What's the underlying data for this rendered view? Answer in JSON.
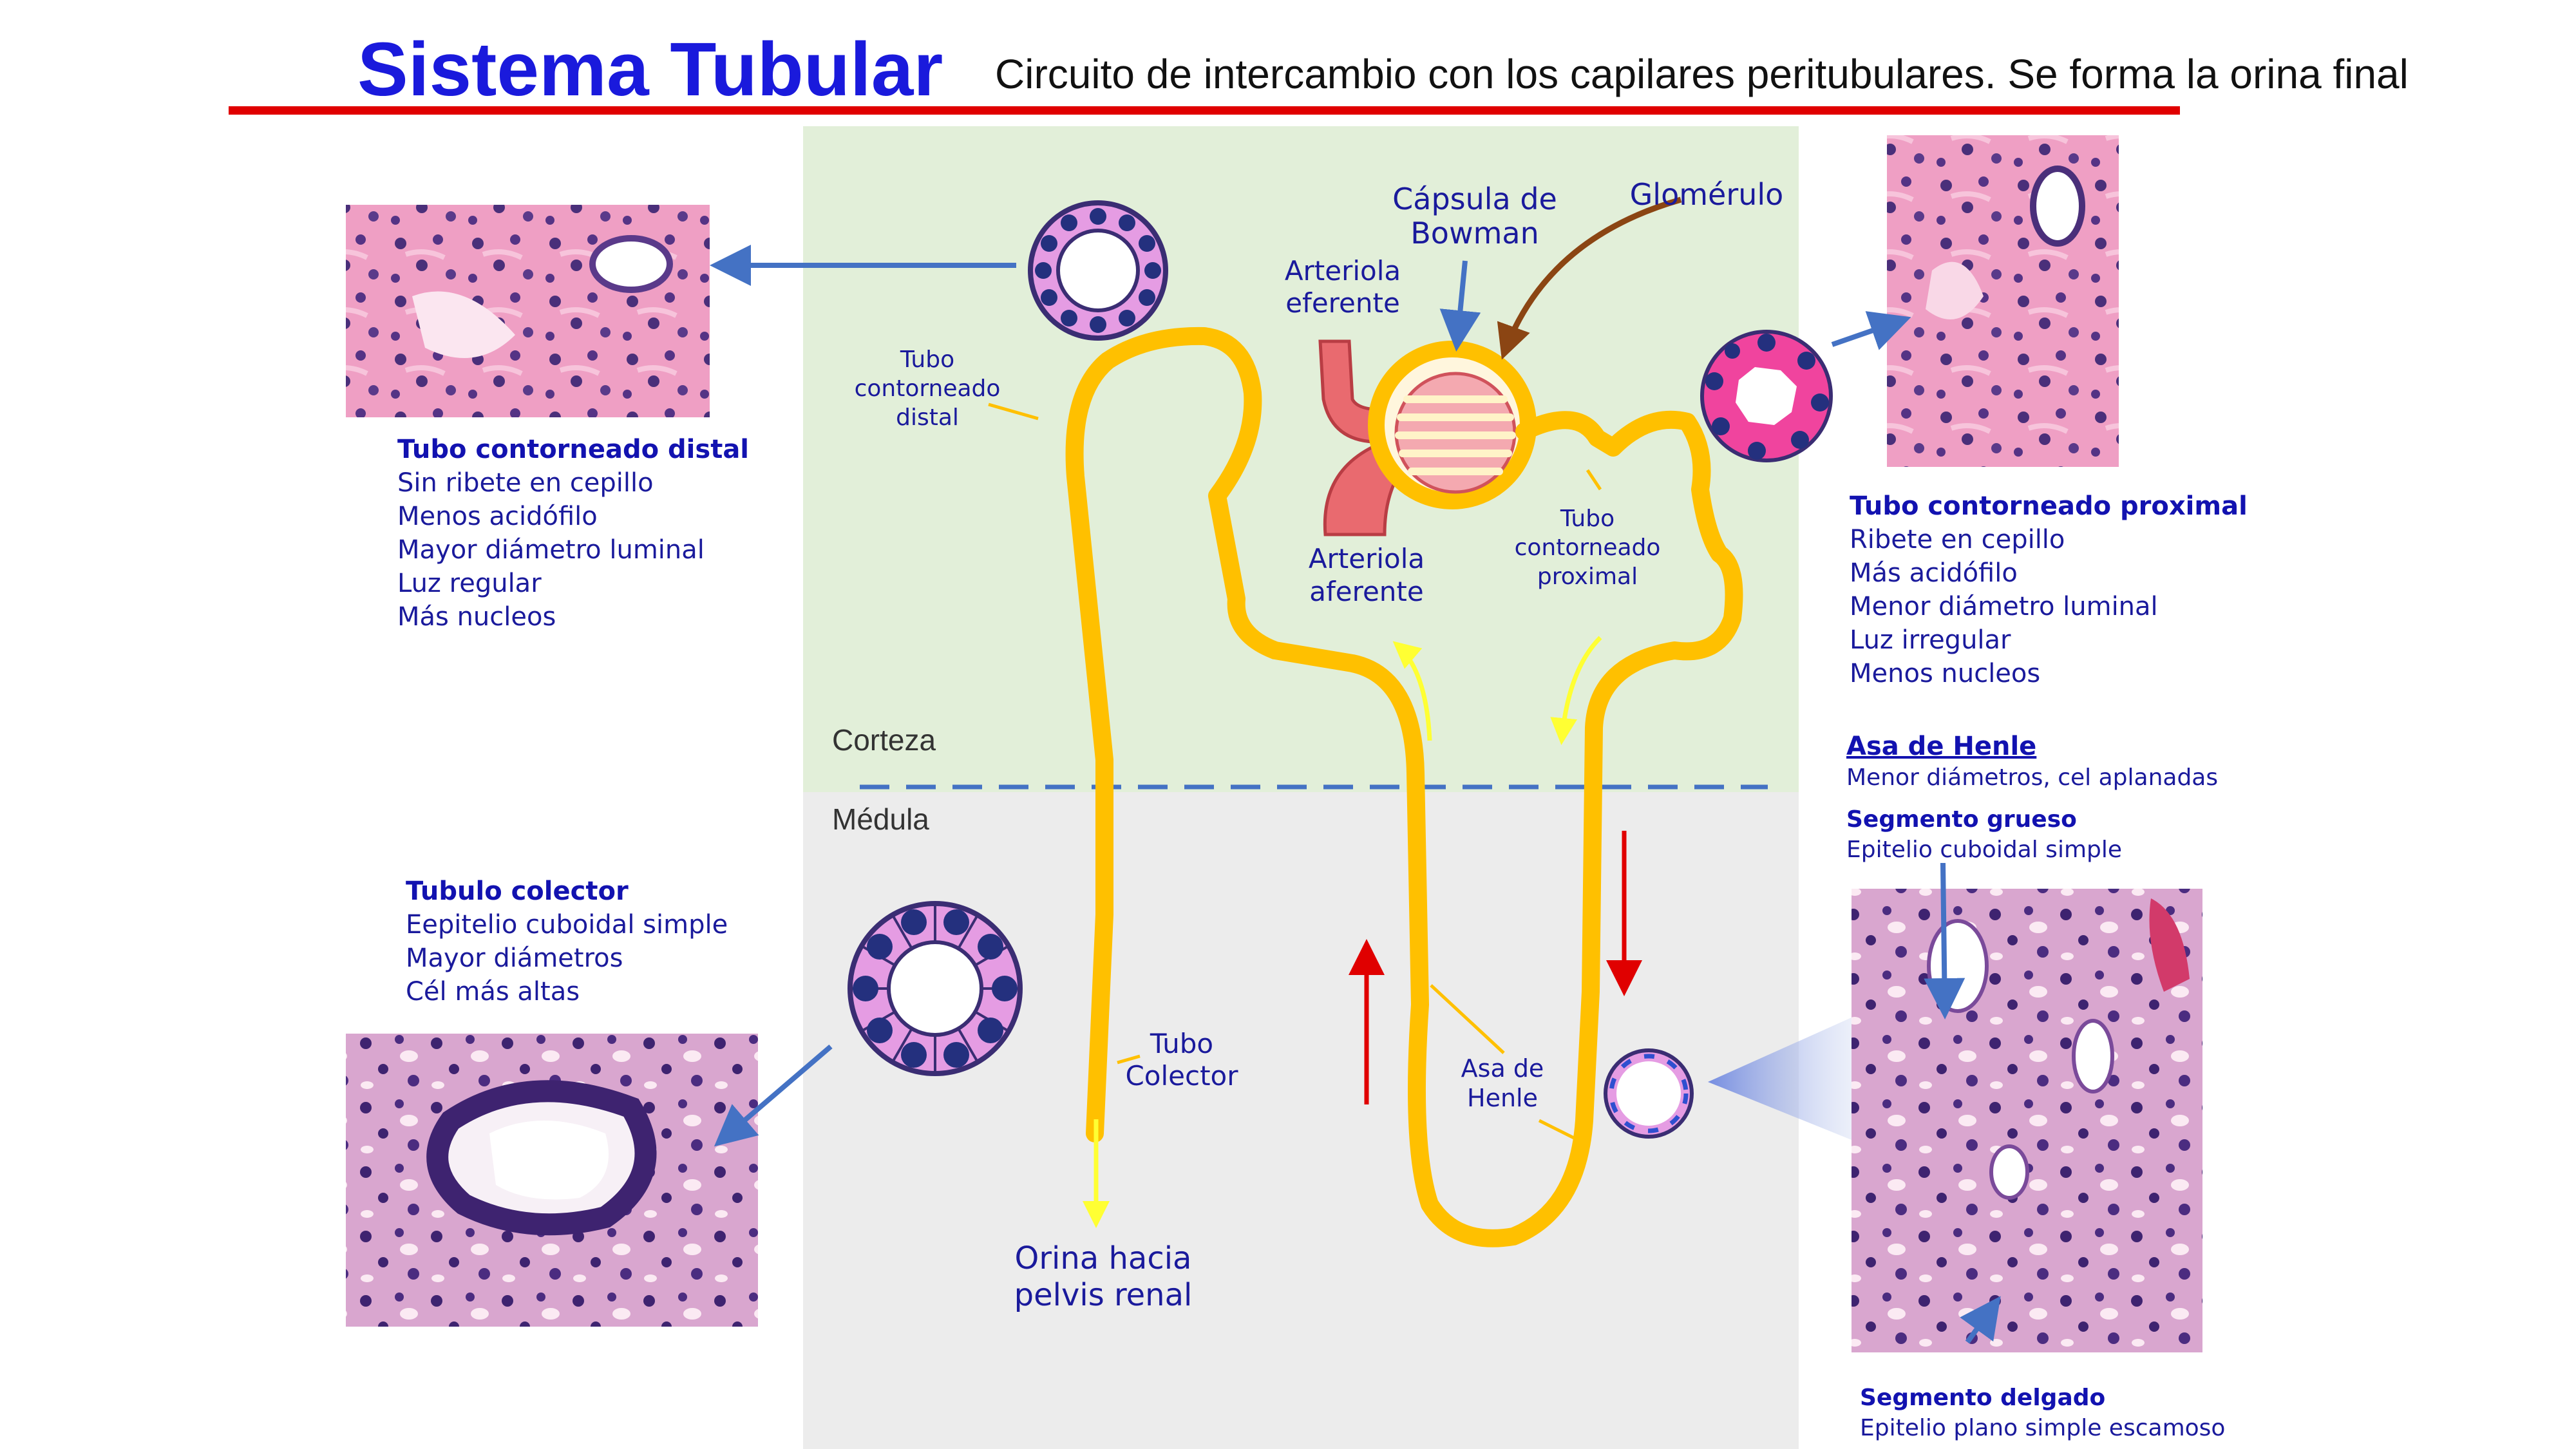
{
  "header": {
    "title": "Sistema Tubular",
    "subtitle": "Circuito de intercambio con los capilares peritubulares. Se forma la orina final"
  },
  "colors": {
    "title": "#1a1adc",
    "rule": "#e00000",
    "cortex_bg": "#e2efd9",
    "medulla_bg": "#ececec",
    "tubule": "#ffc000",
    "text": "#1a1a9c",
    "arrow_blue": "#4472c4",
    "arrow_red": "#e00000",
    "arrow_brown": "#8b4513"
  },
  "zones": {
    "cortex": "Corteza",
    "medulla": "Médula"
  },
  "diagram_labels": {
    "capsula": [
      "Cápsula de",
      "Bowman"
    ],
    "glomerulo": "Glomérulo",
    "arteriola_eferente": [
      "Arteriola",
      "eferente"
    ],
    "arteriola_aferente": [
      "Arteriola",
      "aferente"
    ],
    "tubo_distal": [
      "Tubo",
      "contorneado",
      "distal"
    ],
    "tubo_proximal": [
      "Tubo",
      "contorneado",
      "proximal"
    ],
    "asa_henle": [
      "Asa de",
      "Henle"
    ],
    "tubo_colector": [
      "Tubo",
      "Colector"
    ],
    "orina": [
      "Orina hacia",
      "pelvis renal"
    ]
  },
  "panels": {
    "distal": {
      "title": "Tubo contorneado distal",
      "lines": [
        "Sin ribete en cepillo",
        "Menos acidófilo",
        "Mayor diámetro luminal",
        "Luz regular",
        "Más nucleos"
      ]
    },
    "proximal": {
      "title": "Tubo contorneado proximal",
      "lines": [
        "Ribete en cepillo",
        "Más acidófilo",
        "Menor diámetro luminal",
        "Luz irregular",
        "Menos nucleos"
      ]
    },
    "colector": {
      "title": "Tubulo colector",
      "lines": [
        "Eepitelio cuboidal simple",
        "Mayor diámetros",
        "Cél más altas"
      ]
    },
    "henle": {
      "title": "Asa de Henle",
      "subtitle": "Menor diámetros, cel aplanadas",
      "grueso_title": "Segmento grueso",
      "grueso_text": "Epitelio cuboidal simple",
      "delgado_title": "Segmento delgado",
      "delgado_text": "Epitelio plano simple escamoso"
    }
  }
}
